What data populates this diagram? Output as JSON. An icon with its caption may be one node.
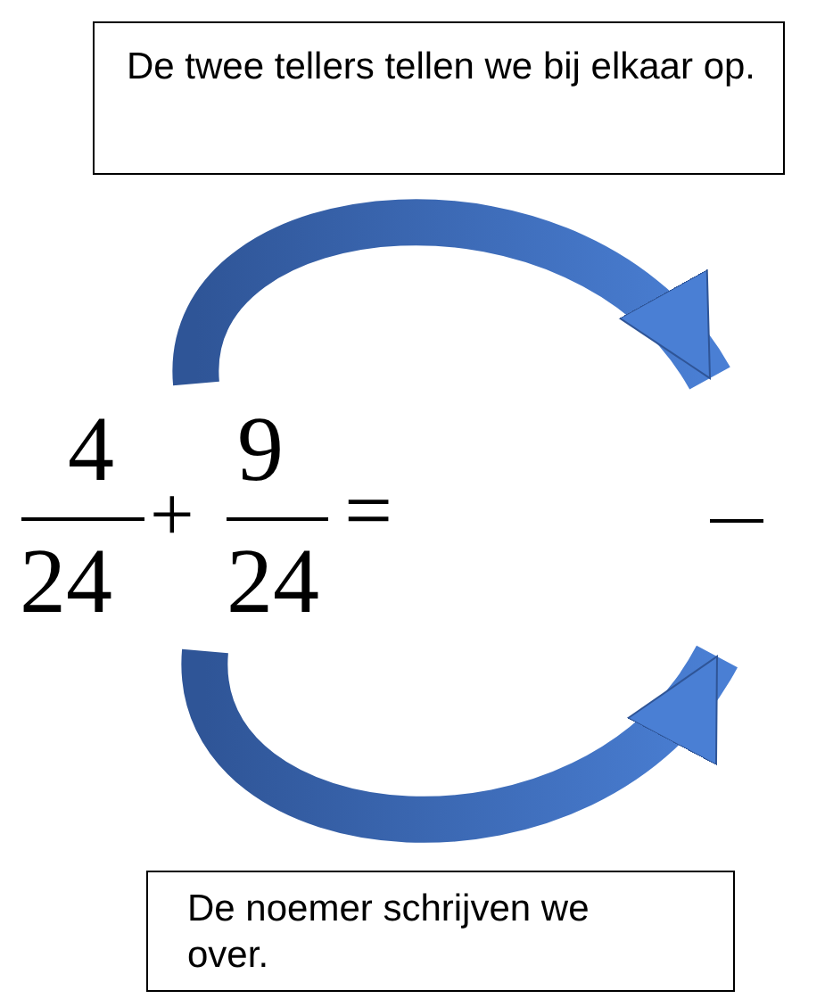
{
  "diagram": {
    "nodes": [
      {
        "text": [
          "De twee tellers tellen we bij elkaar op."
        ]
      },
      {
        "text": [
          "4",
          "24",
          "+",
          "9",
          "24",
          "="
        ]
      },
      {
        "text": [],
        "shape": "bar"
      },
      {
        "text": [
          "De noemer schrijven we over."
        ]
      }
    ],
    "edges": [
      {
        "from": 1,
        "to": 2,
        "arrow": "to"
      },
      {
        "from": 1,
        "to": 2,
        "arrow": "to"
      }
    ]
  }
}
